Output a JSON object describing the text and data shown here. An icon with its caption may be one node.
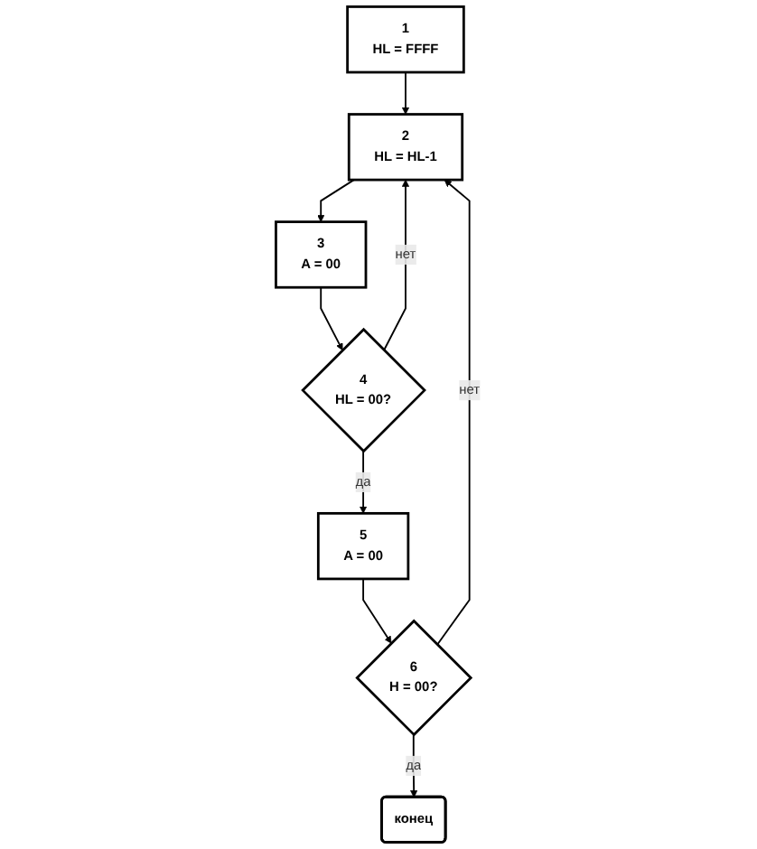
{
  "diagram": {
    "nodes": [
      {
        "text": [
          "1",
          "HL = FFFF"
        ]
      },
      {
        "text": [
          "2",
          "HL = HL-1"
        ]
      },
      {
        "text": [
          "3",
          "A = 00"
        ]
      },
      {
        "text": [
          "4",
          "HL = 00?"
        ]
      },
      {
        "text": [
          "5",
          "A = 00"
        ]
      },
      {
        "text": [
          "6",
          "H = 00?"
        ]
      },
      {
        "text": [
          "конец"
        ]
      }
    ],
    "edges": [
      {
        "from": 0,
        "to": 1,
        "arrow": "to"
      },
      {
        "from": 1,
        "to": 2,
        "arrow": "to"
      },
      {
        "from": 2,
        "to": 3,
        "arrow": "to"
      },
      {
        "from": 3,
        "to": 4,
        "arrow": "to",
        "label": "да"
      },
      {
        "from": 3,
        "to": 1,
        "arrow": "to",
        "label": "нет"
      },
      {
        "from": 4,
        "to": 5,
        "arrow": "to"
      },
      {
        "from": 5,
        "to": 1,
        "arrow": "to",
        "label": "нет"
      },
      {
        "from": 5,
        "to": 6,
        "arrow": "to",
        "label": "да"
      }
    ]
  }
}
